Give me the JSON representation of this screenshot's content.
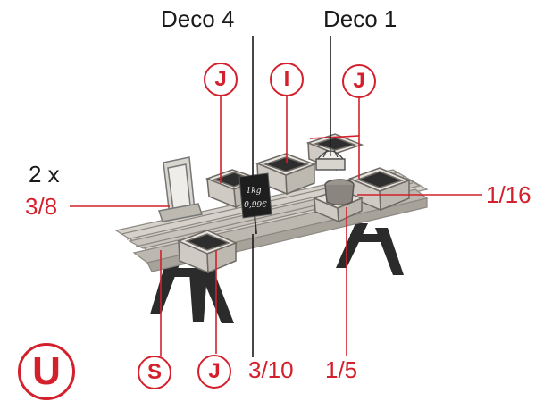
{
  "labels": {
    "deco4": "Deco 4",
    "deco1": "Deco 1",
    "count": "2 x",
    "left_dim": "3/8",
    "right_dim": "1/16",
    "bottom_dim_a": "3/10",
    "bottom_dim_b": "1/5"
  },
  "badges": {
    "j_left": "J",
    "i_center": "I",
    "j_right": "J",
    "s_bottom": "S",
    "j_bottom": "J",
    "u_corner": "U"
  },
  "colors": {
    "accent": "#d4202c",
    "text": "#1a1a1a",
    "wood": "#cfcac2",
    "trestle": "#2a2a2a"
  },
  "sign": {
    "line1": "1kg",
    "line2": "0,99€"
  }
}
